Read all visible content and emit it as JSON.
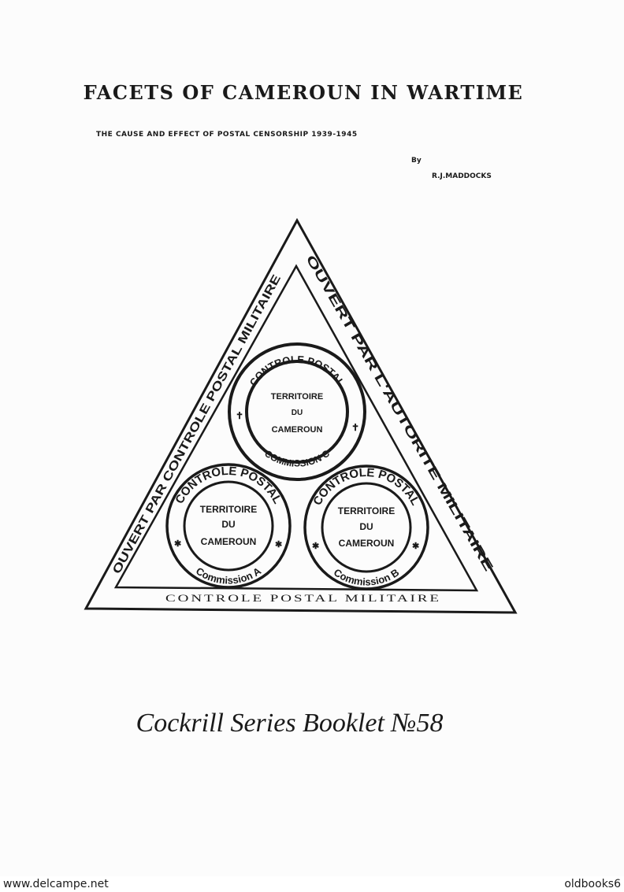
{
  "header": {
    "title": "FACETS OF CAMEROUN IN WARTIME",
    "subtitle": "THE CAUSE AND EFFECT OF POSTAL CENSORSHIP  1939-1945",
    "by": "By",
    "author": "R.J.MADDOCKS"
  },
  "emblem": {
    "left_side": "OUVERT PAR CONTROLE POSTAL MILITAIRE",
    "right_side": "OUVERT PAR L'AUTORITE MILITAIRE",
    "bottom": "CONTROLE POSTAL MILITAIRE",
    "stamps": [
      {
        "ring_top": "CONTROLE POSTAL",
        "ring_bottom": "COMMISSION C",
        "line1": "TERRITOIRE",
        "line2": "DU",
        "line3": "CAMEROUN"
      },
      {
        "ring_top": "CONTRÔLE POSTAL",
        "ring_bottom": "Commission A",
        "line1": "TERRITOIRE",
        "line2": "DU",
        "line3": "CAMEROUN"
      },
      {
        "ring_top": "CONTRÔLE POSTAL",
        "ring_bottom": "Commission B",
        "line1": "TERRITOIRE",
        "line2": "DU",
        "line3": "CAMEROUN"
      }
    ]
  },
  "series": "Cockrill Series Booklet №58",
  "footer": {
    "left": "www.delcampe.net",
    "right": "oldbooks6"
  }
}
